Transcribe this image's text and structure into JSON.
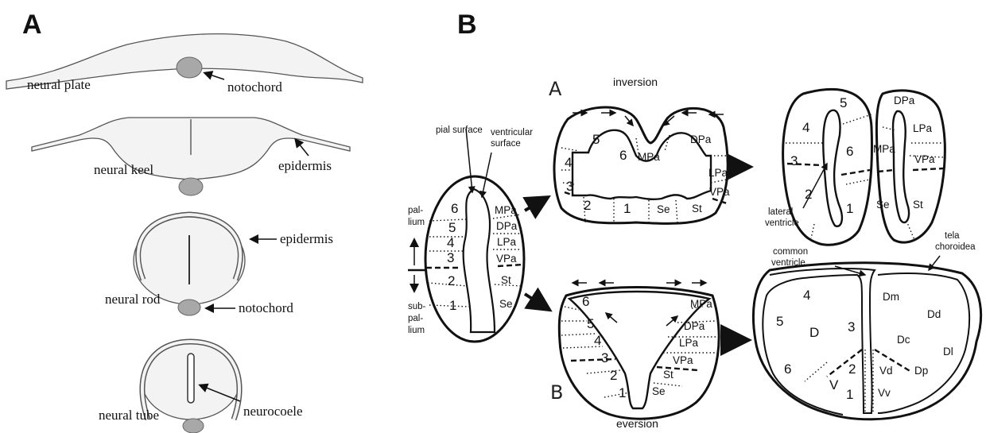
{
  "panels": {
    "a": {
      "letter": "A",
      "labels": {
        "neural_plate": "neural plate",
        "notochord_1": "notochord",
        "neural_keel": "neural keel",
        "epidermis_1": "epidermis",
        "epidermis_2": "epidermis",
        "neural_rod": "neural rod",
        "notochord_2": "notochord",
        "neural_tube": "neural tube",
        "neurocoele": "neurocoele"
      }
    },
    "b": {
      "letter": "B",
      "sub_a": "A",
      "sub_b": "B",
      "inversion": "inversion",
      "eversion": "eversion",
      "pial_surface": "pial surface",
      "ventricular_surface_1": "ventricular",
      "ventricular_surface_2": "surface",
      "pallium_1": "pal-",
      "pallium_2": "lium",
      "subpallium_1": "sub-",
      "subpallium_2": "pal-",
      "subpallium_3": "lium",
      "lateral_ventricle_1": "lateral",
      "lateral_ventricle_2": "ventricle",
      "common_ventricle_1": "common",
      "common_ventricle_2": "ventricle",
      "tela_1": "tela",
      "tela_2": "choroidea",
      "regions": {
        "mpa": "MPa",
        "dpa": "DPa",
        "lpa": "LPa",
        "vpa": "VPa",
        "st": "St",
        "se": "Se",
        "n1": "1",
        "n2": "2",
        "n3": "3",
        "n4": "4",
        "n5": "5",
        "n6": "6",
        "dm": "Dm",
        "dd": "Dd",
        "dc": "Dc",
        "dl": "Dl",
        "dp": "Dp",
        "d": "D",
        "v": "V",
        "vd": "Vd",
        "vv": "Vv"
      }
    }
  }
}
